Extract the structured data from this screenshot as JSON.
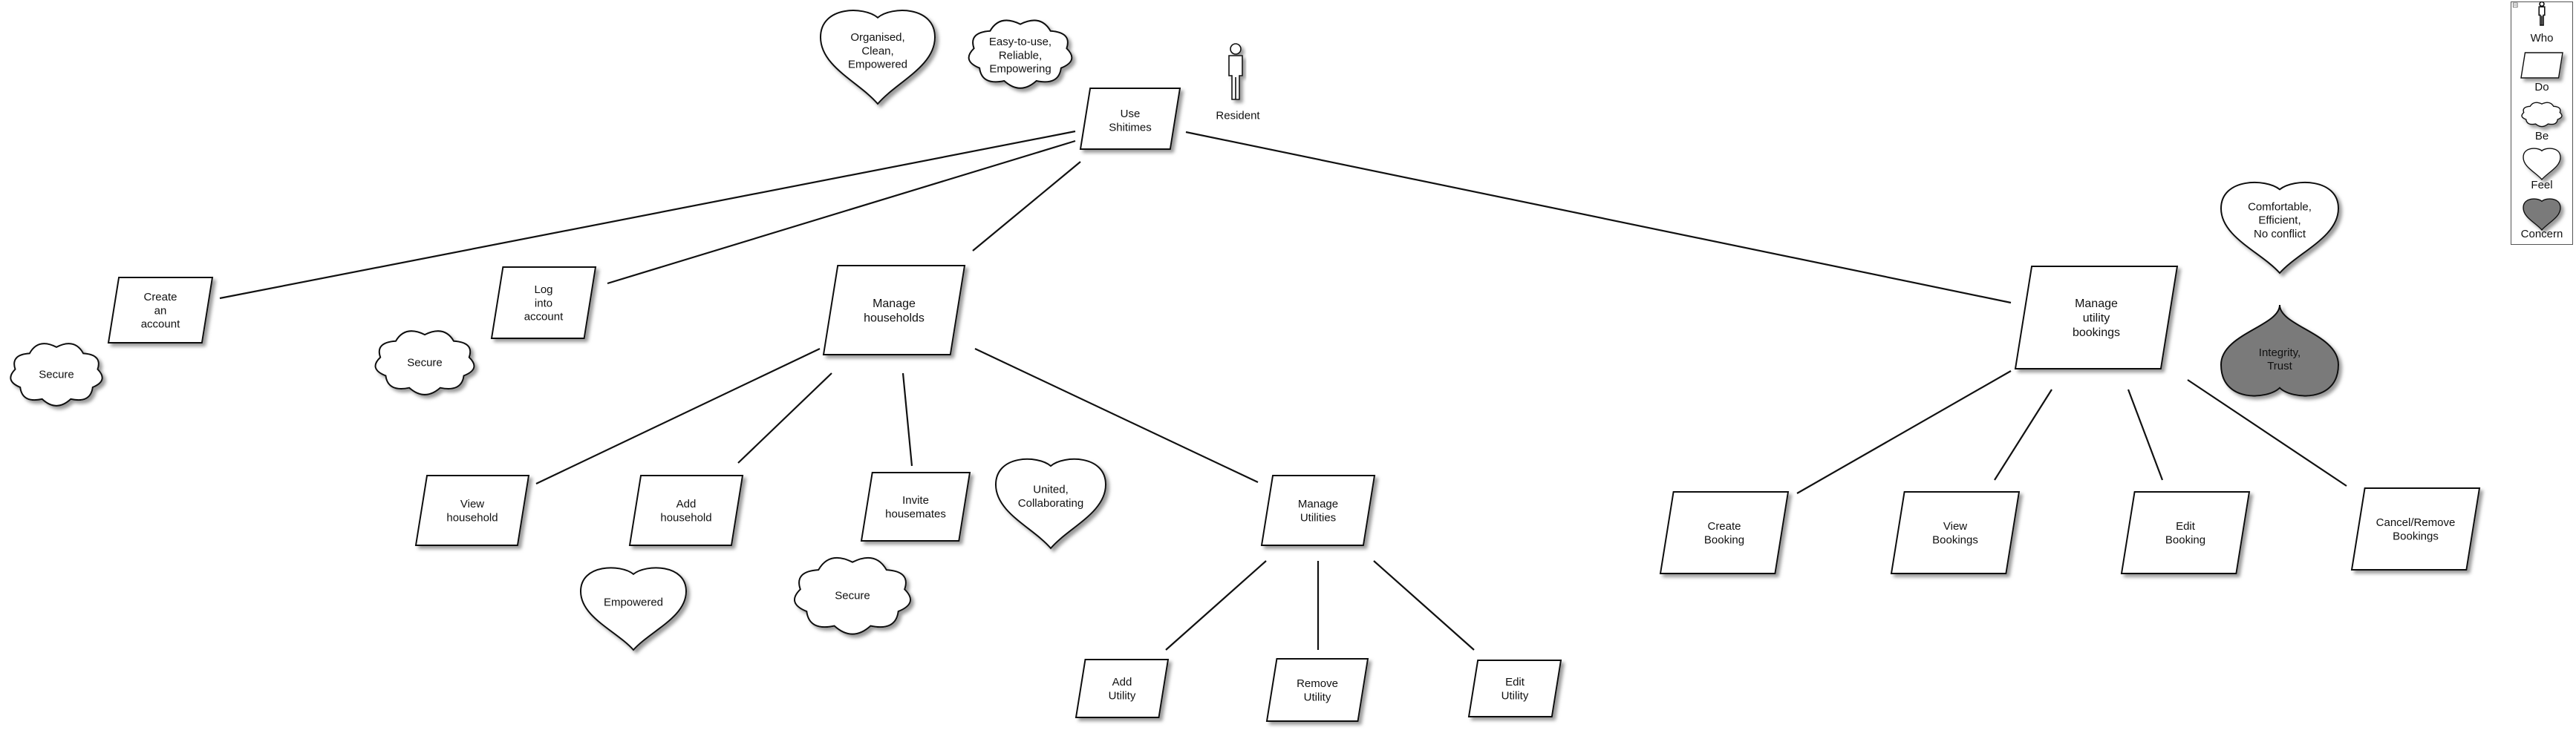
{
  "root": {
    "label": "Use\nShitimes",
    "actor": "Resident",
    "be": "Easy-to-use,\nReliable,\nEmpowering",
    "feel": "Organised,\nClean,\nEmpowered"
  },
  "do_nodes": [
    {
      "id": "create-account",
      "label": "Create\nan\naccount"
    },
    {
      "id": "log-into-account",
      "label": "Log\ninto\naccount"
    },
    {
      "id": "manage-households",
      "label": "Manage\nhouseholds"
    },
    {
      "id": "manage-utility-bookings",
      "label": "Manage\nutility\nbookings"
    },
    {
      "id": "view-household",
      "label": "View\nhousehold"
    },
    {
      "id": "add-household",
      "label": "Add\nhousehold"
    },
    {
      "id": "invite-housemates",
      "label": "Invite\nhousemates"
    },
    {
      "id": "manage-utilities",
      "label": "Manage\nUtilities"
    },
    {
      "id": "add-utility",
      "label": "Add\nUtility"
    },
    {
      "id": "remove-utility",
      "label": "Remove\nUtility"
    },
    {
      "id": "edit-utility",
      "label": "Edit\nUtility"
    },
    {
      "id": "create-booking",
      "label": "Create\nBooking"
    },
    {
      "id": "view-bookings",
      "label": "View\nBookings"
    },
    {
      "id": "edit-booking",
      "label": "Edit\nBooking"
    },
    {
      "id": "cancel-remove-bookings",
      "label": "Cancel/Remove\nBookings"
    }
  ],
  "be_nodes": [
    {
      "id": "secure-create",
      "label": "Secure"
    },
    {
      "id": "secure-login",
      "label": "Secure"
    },
    {
      "id": "secure-invite",
      "label": "Secure"
    }
  ],
  "feel_nodes": [
    {
      "id": "empowered",
      "label": "Empowered"
    },
    {
      "id": "united",
      "label": "United,\nCollaborating"
    },
    {
      "id": "comfortable",
      "label": "Comfortable,\nEfficient,\nNo conflict"
    }
  ],
  "concern_nodes": [
    {
      "id": "integrity",
      "label": "Integrity,\nTrust"
    }
  ],
  "legend": {
    "toggle": "⊟",
    "items": [
      {
        "kind": "who",
        "label": "Who"
      },
      {
        "kind": "do",
        "label": "Do"
      },
      {
        "kind": "be",
        "label": "Be"
      },
      {
        "kind": "feel",
        "label": "Feel"
      },
      {
        "kind": "concern",
        "label": "Concern"
      }
    ]
  },
  "colors": {
    "stroke": "#111111",
    "shadow": "#9a9a9a",
    "concern_fill": "#7a7a7a"
  }
}
